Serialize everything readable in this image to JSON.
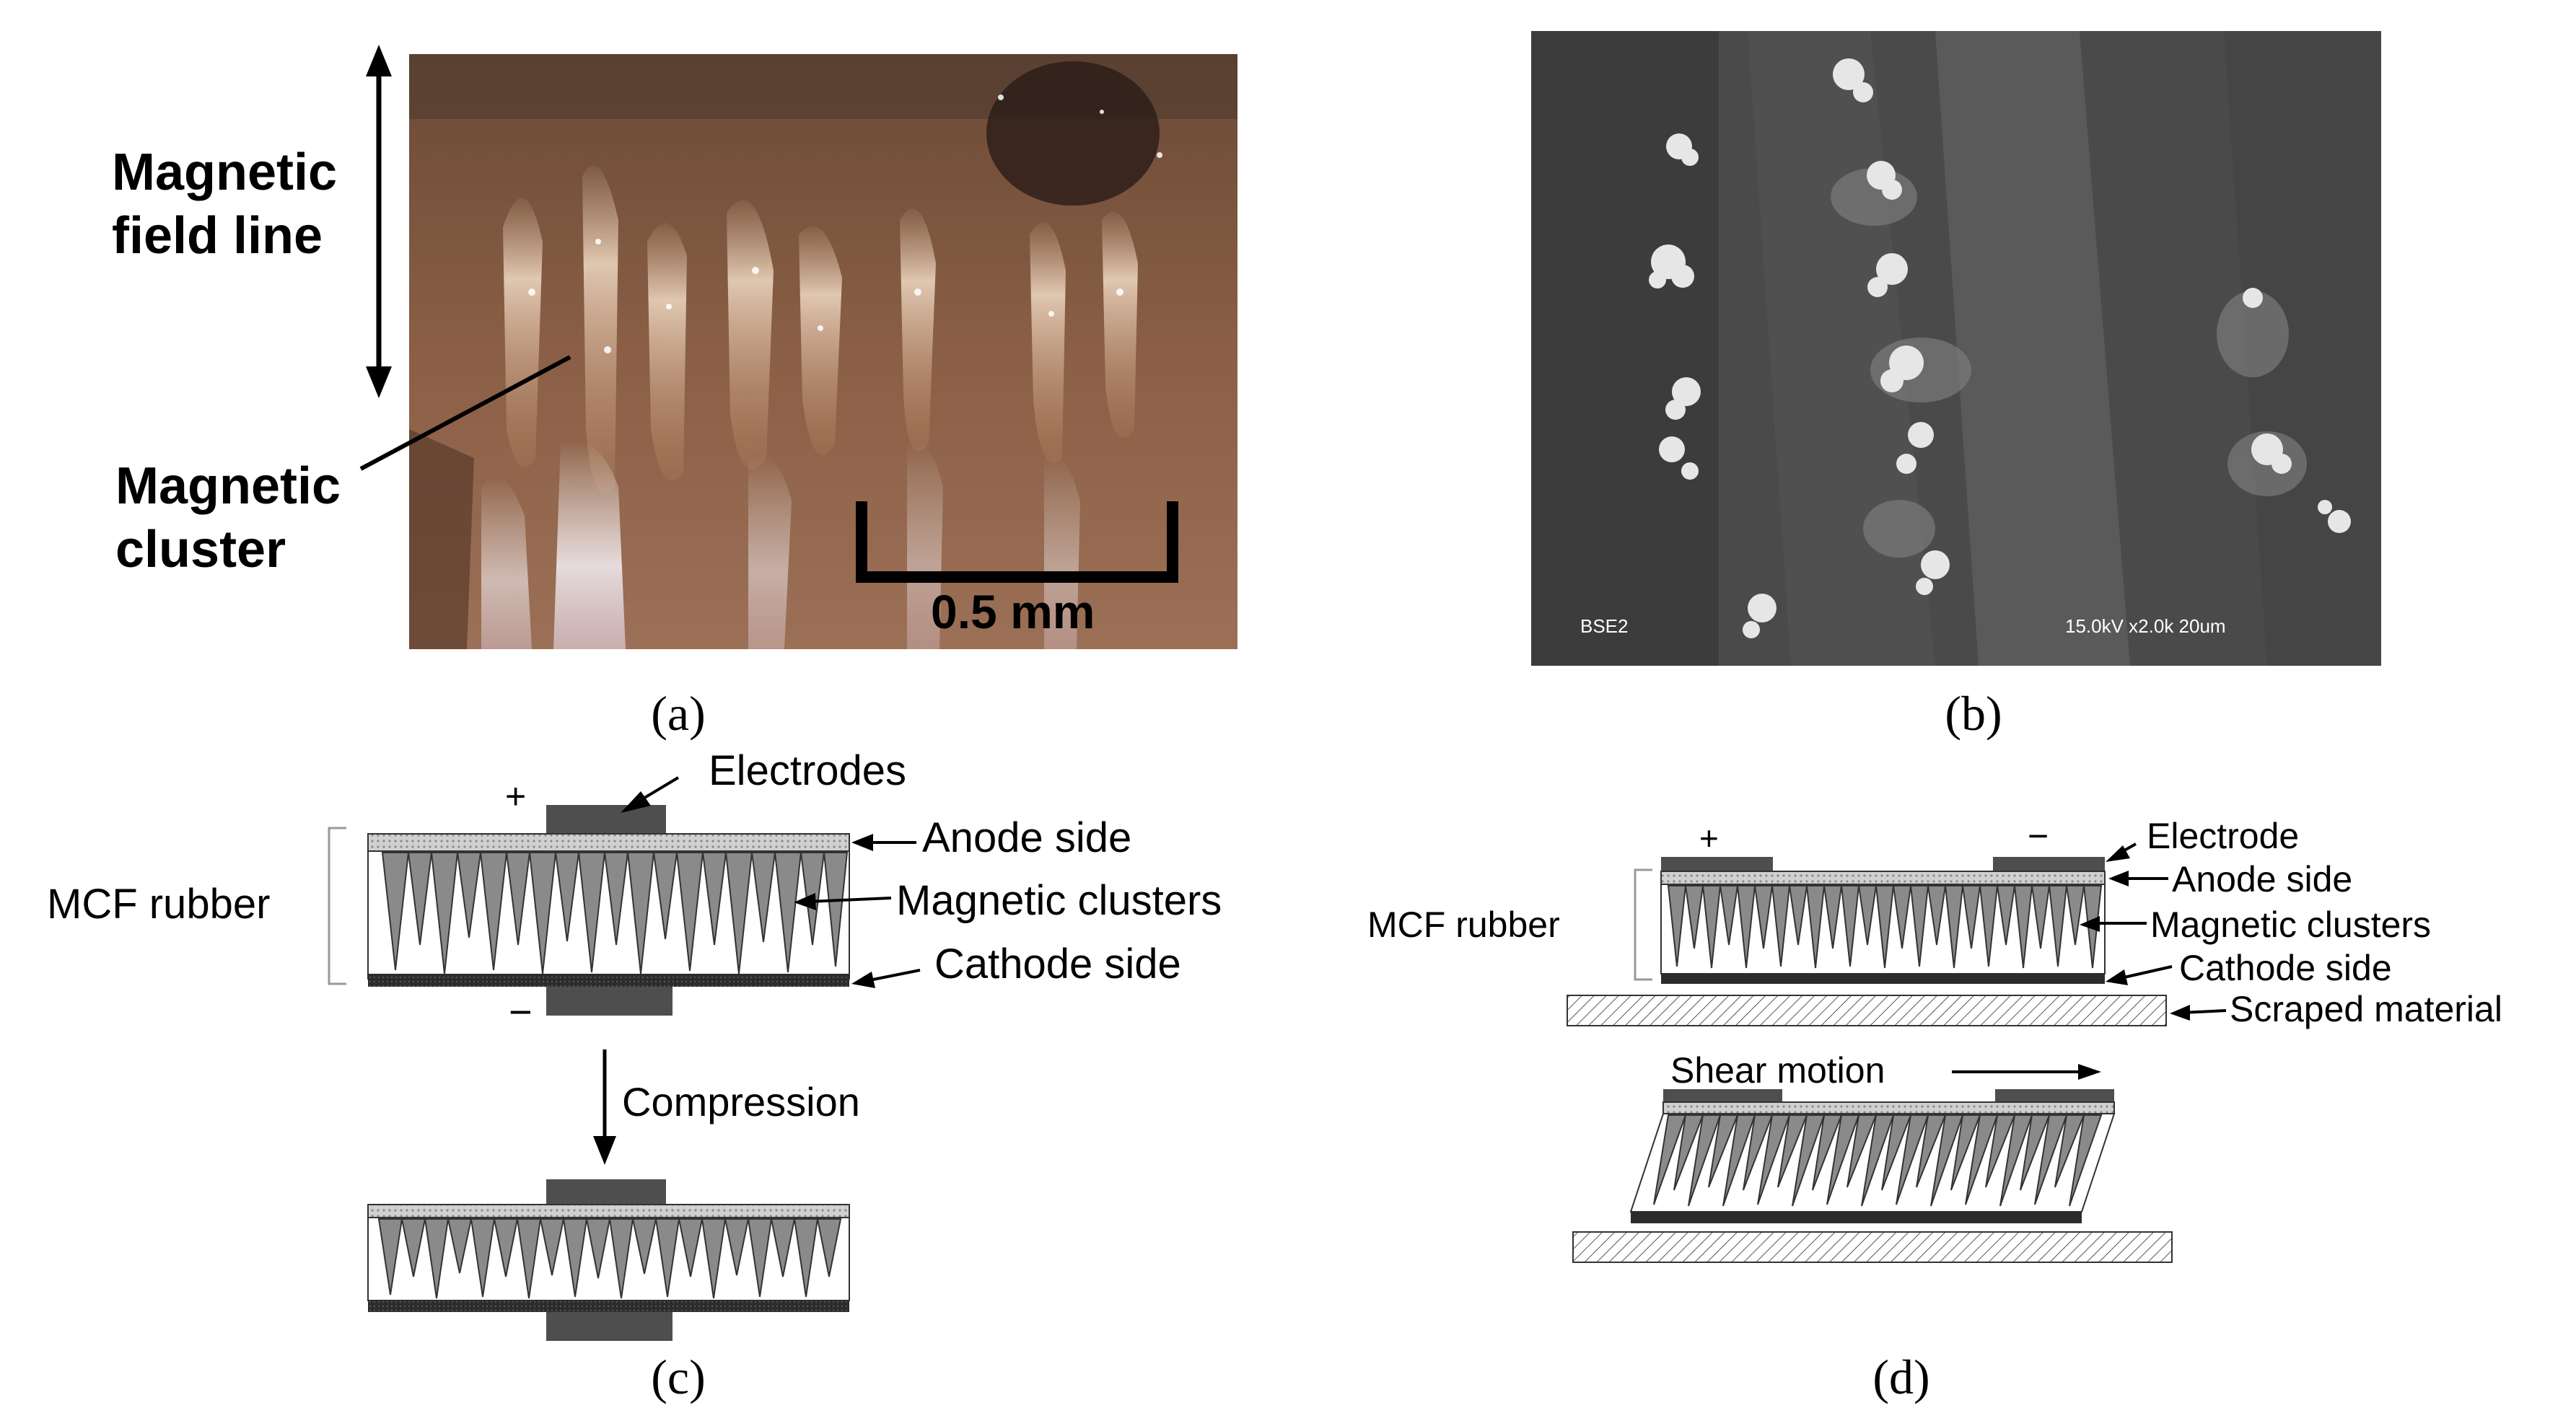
{
  "panel_a": {
    "field_line_label_1": "Magnetic",
    "field_line_label_2": "field line",
    "cluster_label_1": "Magnetic",
    "cluster_label_2": "cluster",
    "scale_bar": "0.5 mm",
    "caption": "(a)"
  },
  "panel_b": {
    "detector": "BSE2",
    "info": "15.0kV x2.0k  20um",
    "caption": "(b)"
  },
  "panel_c": {
    "plus": "+",
    "minus": "−",
    "electrodes": "Electrodes",
    "anode_side": "Anode side",
    "mcf_rubber": "MCF rubber",
    "magnetic_clusters": "Magnetic clusters",
    "cathode_side": "Cathode side",
    "compression": "Compression",
    "caption": "(c)"
  },
  "panel_d": {
    "plus": "+",
    "minus": "−",
    "electrode": "Electrode",
    "anode_side": "Anode side",
    "mcf_rubber": "MCF rubber",
    "magnetic_clusters": "Magnetic clusters",
    "cathode_side": "Cathode side",
    "scraped_material": "Scraped material",
    "shear_motion": "Shear motion",
    "caption": "(d)"
  },
  "colors": {
    "anode_layer": "#c8c8c8",
    "cathode_layer": "#2c2c2c",
    "electrode": "#555555",
    "cluster": "#8a8a8a",
    "sem_background": "#4a4a4a"
  }
}
